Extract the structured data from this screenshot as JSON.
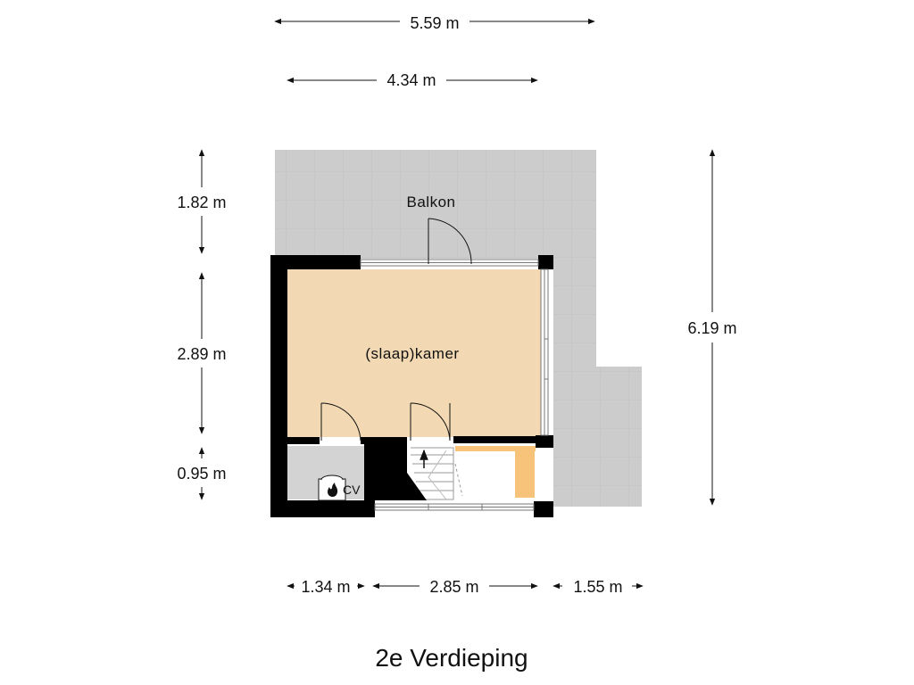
{
  "title": "2e Verdieping",
  "rooms": {
    "balcony": "Balkon",
    "bedroom": "(slaap)kamer",
    "boiler": "CV"
  },
  "dimensions": {
    "top_overall": "5.59 m",
    "top_inner": "4.34 m",
    "left_balcony": "1.82 m",
    "left_room": "2.89 m",
    "left_bottom": "0.95 m",
    "right_overall": "6.19 m",
    "bottom_left": "1.34 m",
    "bottom_mid": "2.85 m",
    "bottom_right": "1.55 m"
  },
  "colors": {
    "wall": "#000000",
    "room_floor": "#f2d9b3",
    "balcony_floor": "#cccccc",
    "utility_floor": "#d3d3d3",
    "stair_accent": "#f7c27a"
  },
  "icons": {
    "boiler": "flame-icon"
  }
}
